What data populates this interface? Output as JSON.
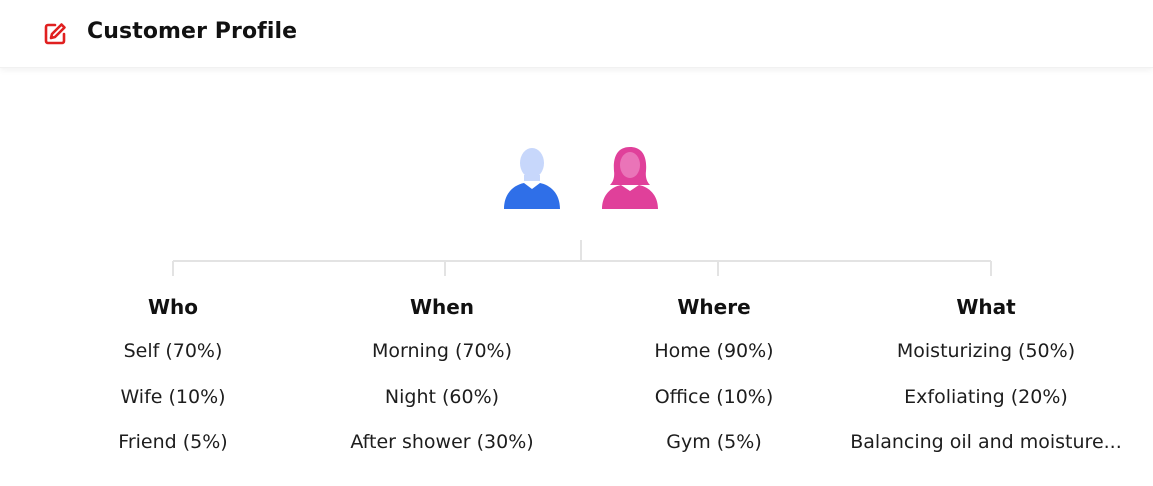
{
  "header": {
    "title": "Customer Profile",
    "icon": "edit-icon",
    "icon_color": "#e02020"
  },
  "avatars": {
    "male": {
      "icon": "male-user-icon",
      "color": "#2f6fe8",
      "light_color": "#c7d7fb"
    },
    "female": {
      "icon": "female-user-icon",
      "color": "#e0409a"
    }
  },
  "columns": [
    {
      "title": "Who",
      "items": [
        "Self (70%)",
        "Wife (10%)",
        "Friend (5%)"
      ]
    },
    {
      "title": "When",
      "items": [
        "Morning (70%)",
        "Night (60%)",
        "After shower (30%)"
      ]
    },
    {
      "title": "Where",
      "items": [
        "Home (90%)",
        "Office (10%)",
        "Gym (5%)"
      ]
    },
    {
      "title": "What",
      "items": [
        "Moisturizing (50%)",
        "Exfoliating (20%)",
        "Balancing oil and moisture..."
      ]
    }
  ]
}
